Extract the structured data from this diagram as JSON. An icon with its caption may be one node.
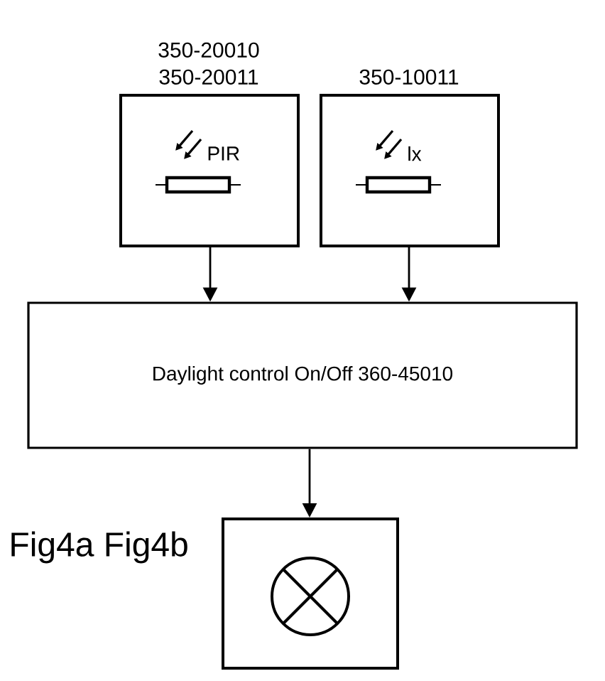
{
  "diagram": {
    "nodes": [
      {
        "text": [
          "350-20010 350-20011",
          "PIR"
        ]
      },
      {
        "text": [
          "350-10011",
          "lx"
        ]
      },
      {
        "text": [
          "Daylight control On/Off 360-45010"
        ]
      },
      {
        "text": [],
        "shape": "box"
      }
    ],
    "edges": [
      {
        "from": 0,
        "to": 2,
        "arrow": "to"
      },
      {
        "from": 1,
        "to": 2,
        "arrow": "to"
      },
      {
        "from": 2,
        "to": 3,
        "arrow": "to"
      }
    ],
    "labels": [
      "Fig4a Fig4b"
    ]
  }
}
